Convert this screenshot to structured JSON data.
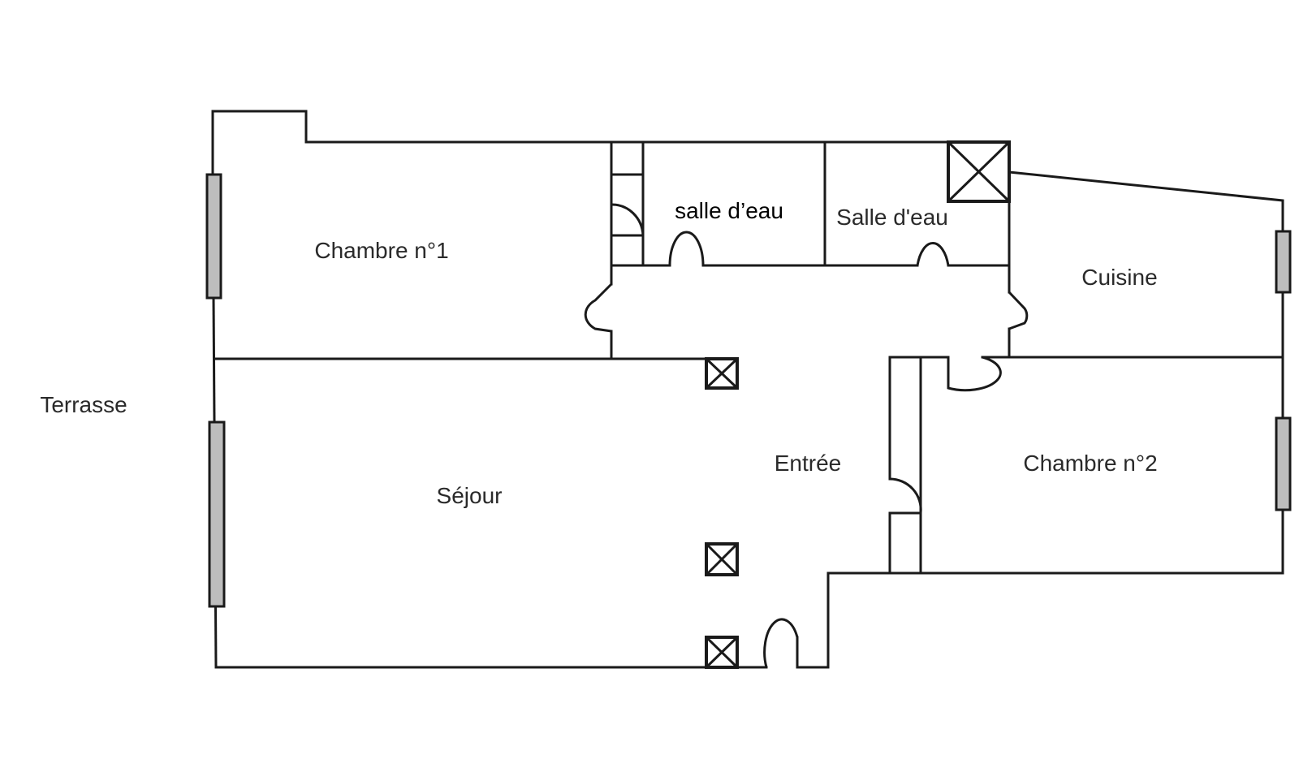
{
  "floor_plan": {
    "rooms": {
      "chambre_1": "Chambre n°1",
      "salle_eau_1": "salle d’eau",
      "salle_eau_2": "Salle d'eau",
      "cuisine": "Cuisine",
      "sejour": "Séjour",
      "entree": "Entrée",
      "chambre_2": "Chambre n°2",
      "terrasse": "Terrasse"
    },
    "colors": {
      "wall": "#1a1a1a",
      "window_fill": "#bdbdbd",
      "background": "#ffffff"
    }
  }
}
